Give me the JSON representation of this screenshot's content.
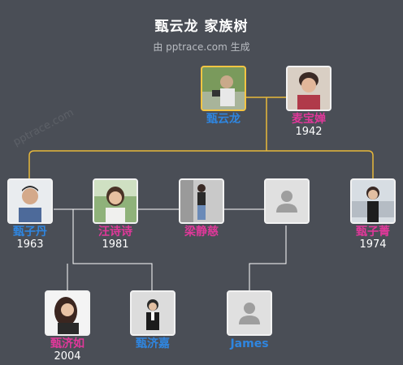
{
  "header": {
    "title": "甄云龙 家族树",
    "subtitle": "由 pptrace.com 生成"
  },
  "watermark": "pptrace.com",
  "colors": {
    "background": "#4a4e56",
    "male": "#2f86e0",
    "female": "#e0389a",
    "highlight_border": "#f5c542",
    "primary_line": "#e8b83a",
    "secondary_line": "#ffffff"
  },
  "people": [
    {
      "id": "root",
      "name": "甄云龙",
      "gender": "male",
      "year": "",
      "photo": "elderly-man-photo",
      "highlight": true
    },
    {
      "id": "spouse",
      "name": "麦宝婵",
      "gender": "female",
      "year": "1942",
      "photo": "elderly-woman-photo"
    },
    {
      "id": "son1",
      "name": "甄子丹",
      "gender": "male",
      "year": "1963",
      "photo": "man-portrait-photo"
    },
    {
      "id": "wife1",
      "name": "汪诗诗",
      "gender": "female",
      "year": "1981",
      "photo": "woman-portrait-photo"
    },
    {
      "id": "wife2",
      "name": "梁静慈",
      "gender": "female",
      "year": "",
      "photo": "woman-full-body-photo"
    },
    {
      "id": "unknown",
      "name": "",
      "gender": "unknown",
      "year": "",
      "photo": "person-placeholder-icon"
    },
    {
      "id": "daughter",
      "name": "甄子菁",
      "gender": "female",
      "year": "1974",
      "photo": "woman-car-photo"
    },
    {
      "id": "gc1",
      "name": "甄济如",
      "gender": "female",
      "year": "2004",
      "photo": "girl-portrait-photo"
    },
    {
      "id": "gc2",
      "name": "甄济嘉",
      "gender": "male",
      "year": "",
      "photo": "boy-portrait-photo"
    },
    {
      "id": "gc3",
      "name": "James",
      "gender": "male",
      "year": "",
      "photo": "person-placeholder-icon"
    }
  ]
}
